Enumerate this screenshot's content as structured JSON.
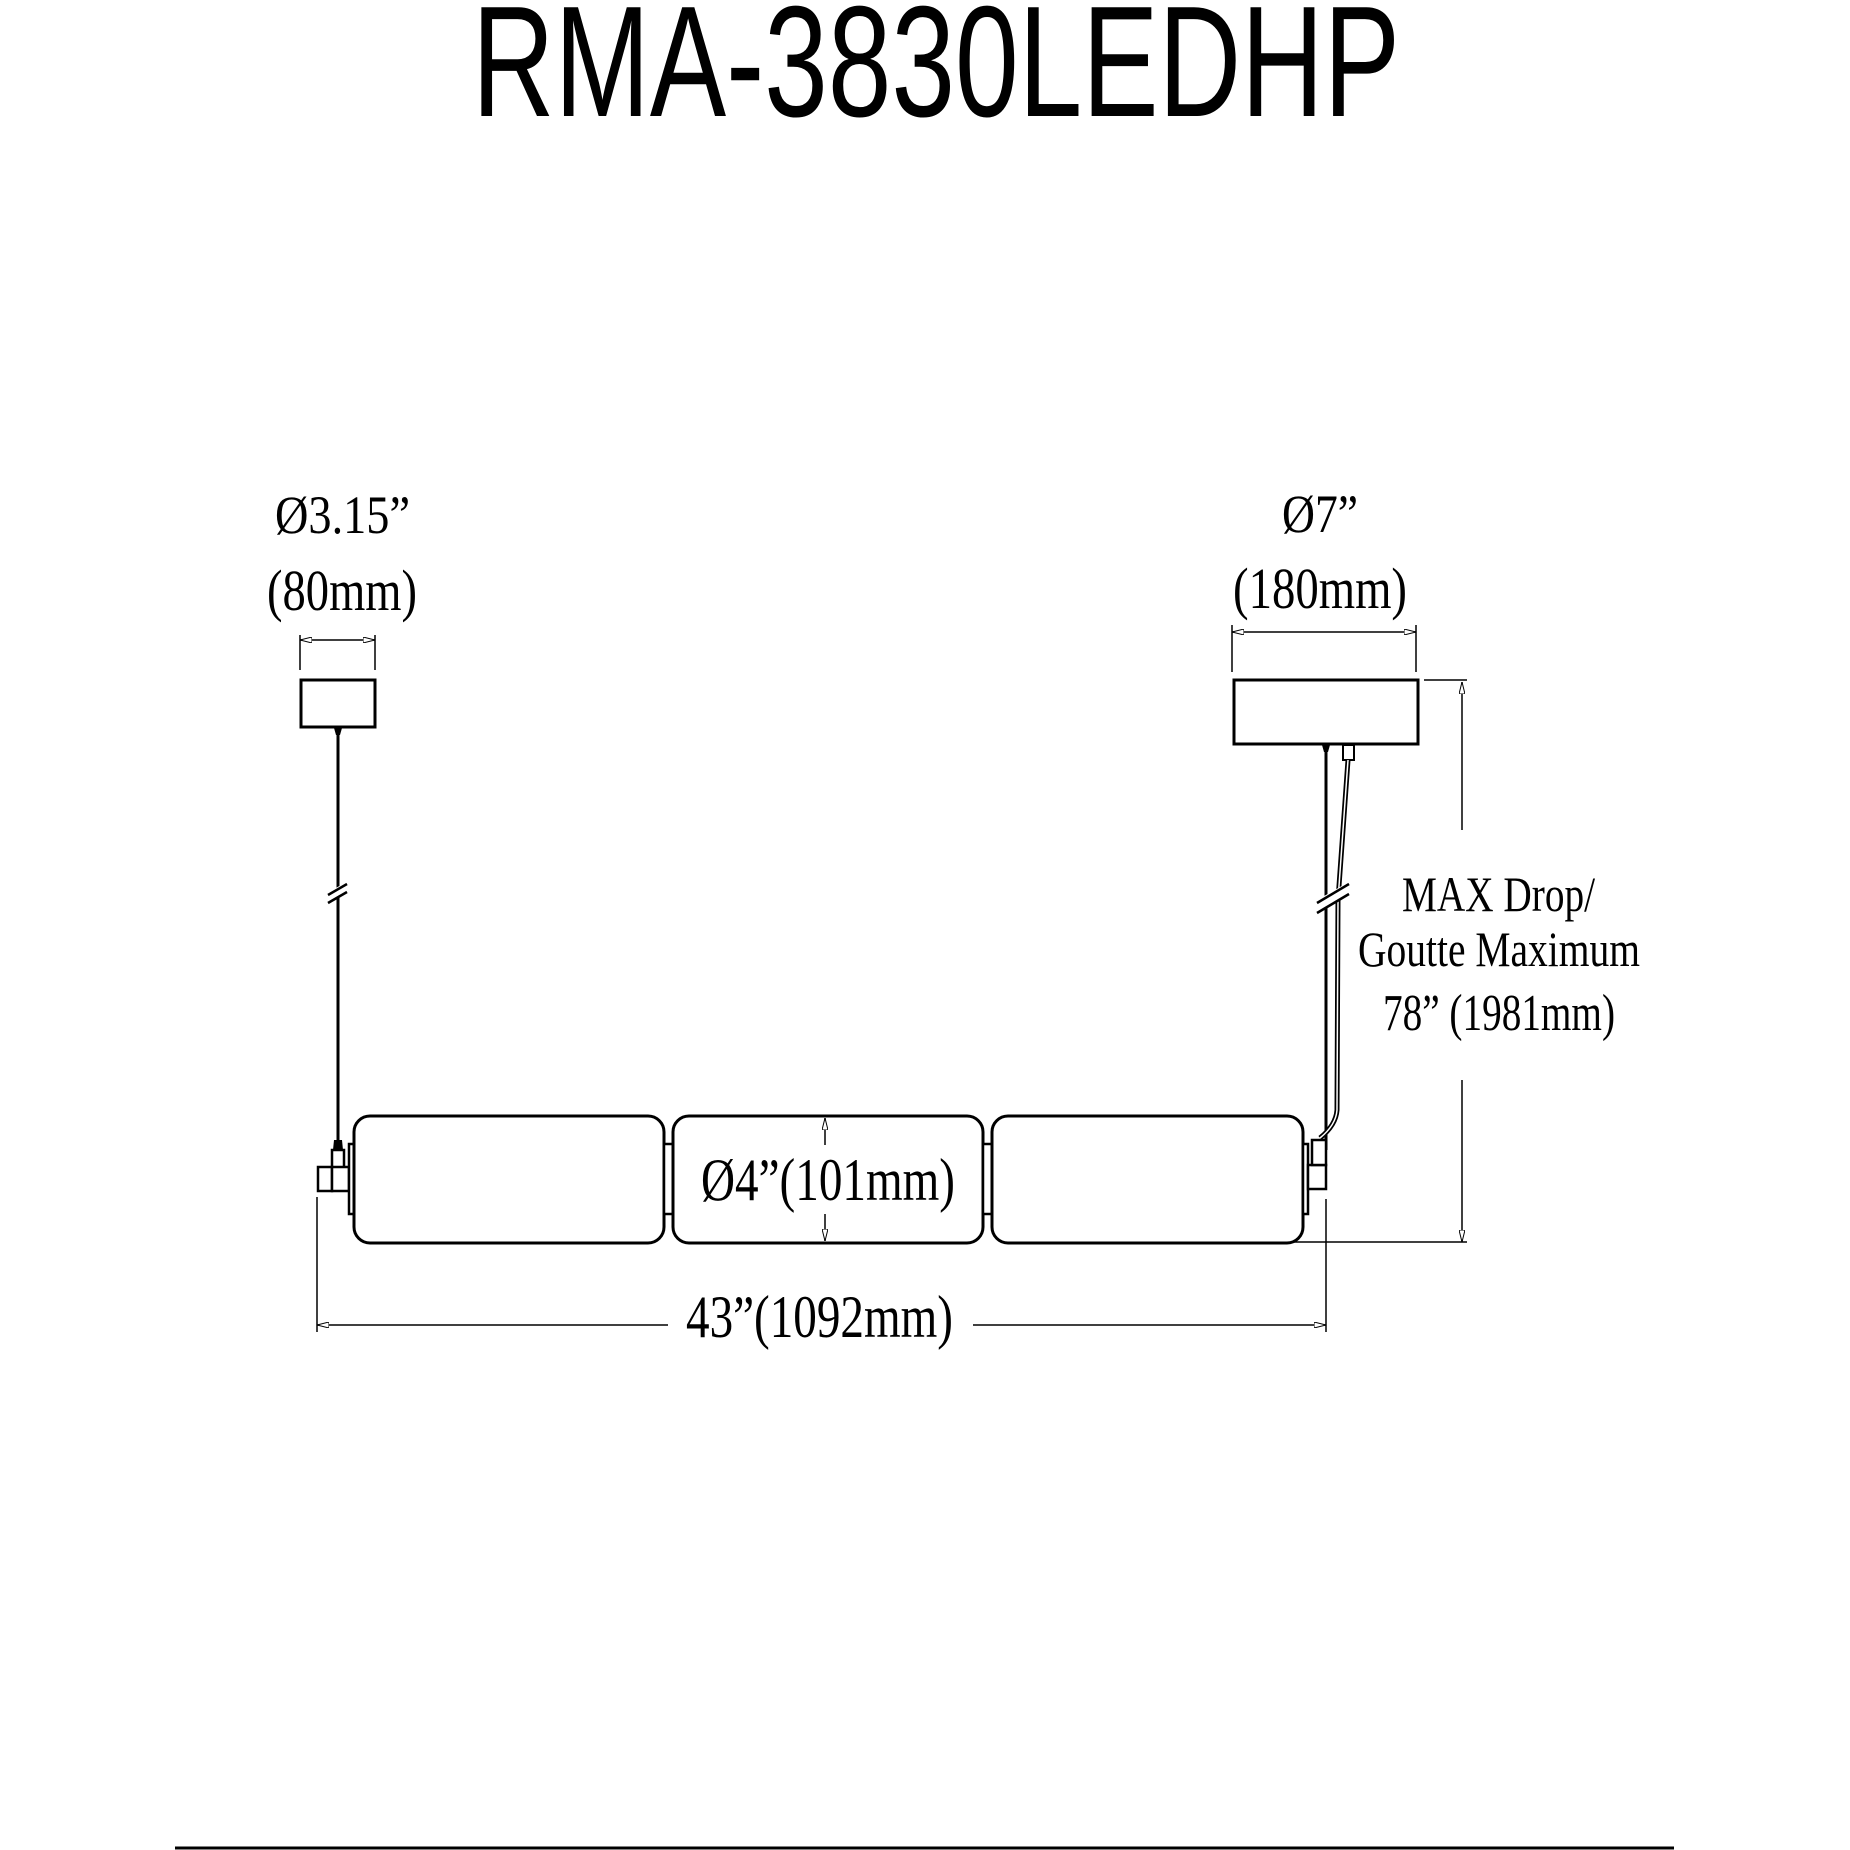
{
  "title": "RMA-3830LEDHP",
  "dimensions": {
    "small_canopy": {
      "inch": "Ø3.15”",
      "mm": "(80mm)"
    },
    "large_canopy": {
      "inch": "Ø7”",
      "mm": "(180mm)"
    },
    "max_drop": {
      "line1": "MAX Drop/",
      "line2": "Goutte Maximum",
      "line3": "78” (1981mm)"
    },
    "tube_diameter": "Ø4”(101mm)",
    "overall_length": "43”(1092mm)"
  },
  "colors": {
    "line": "#000000",
    "background": "#ffffff"
  }
}
